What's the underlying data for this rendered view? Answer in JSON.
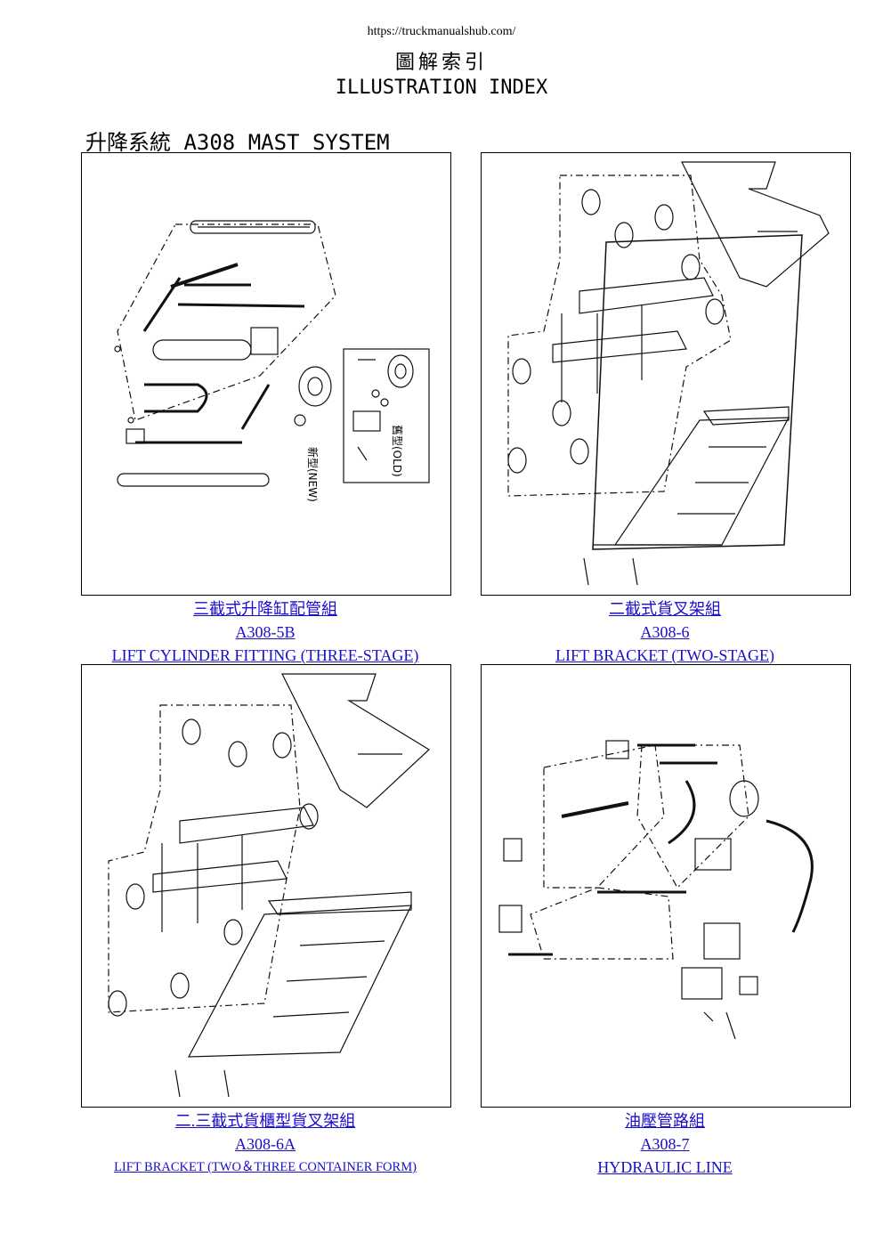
{
  "header": {
    "url": "https://truckmanualshub.com/",
    "title_cn": "圖解索引",
    "title_en": "ILLUSTRATION INDEX"
  },
  "section": {
    "title": "升降系統 A308 MAST SYSTEM"
  },
  "panels": [
    {
      "cn": "三截式升降缸配管組",
      "code": "A308-5B",
      "en": "LIFT CYLINDER FITTING (THREE-STAGE)",
      "labels": [
        "新型(NEW)",
        "舊型(OLD)"
      ]
    },
    {
      "cn": "二截式貨叉架組",
      "code": "A308-6",
      "en": "LIFT BRACKET (TWO-STAGE)"
    },
    {
      "cn": "二.三截式貨櫃型貨叉架組",
      "code": "A308-6A",
      "en": "LIFT BRACKET (TWO＆THREE CONTAINER FORM)"
    },
    {
      "cn": "油壓管路組",
      "code": "A308-7",
      "en": "HYDRAULIC LINE"
    }
  ]
}
